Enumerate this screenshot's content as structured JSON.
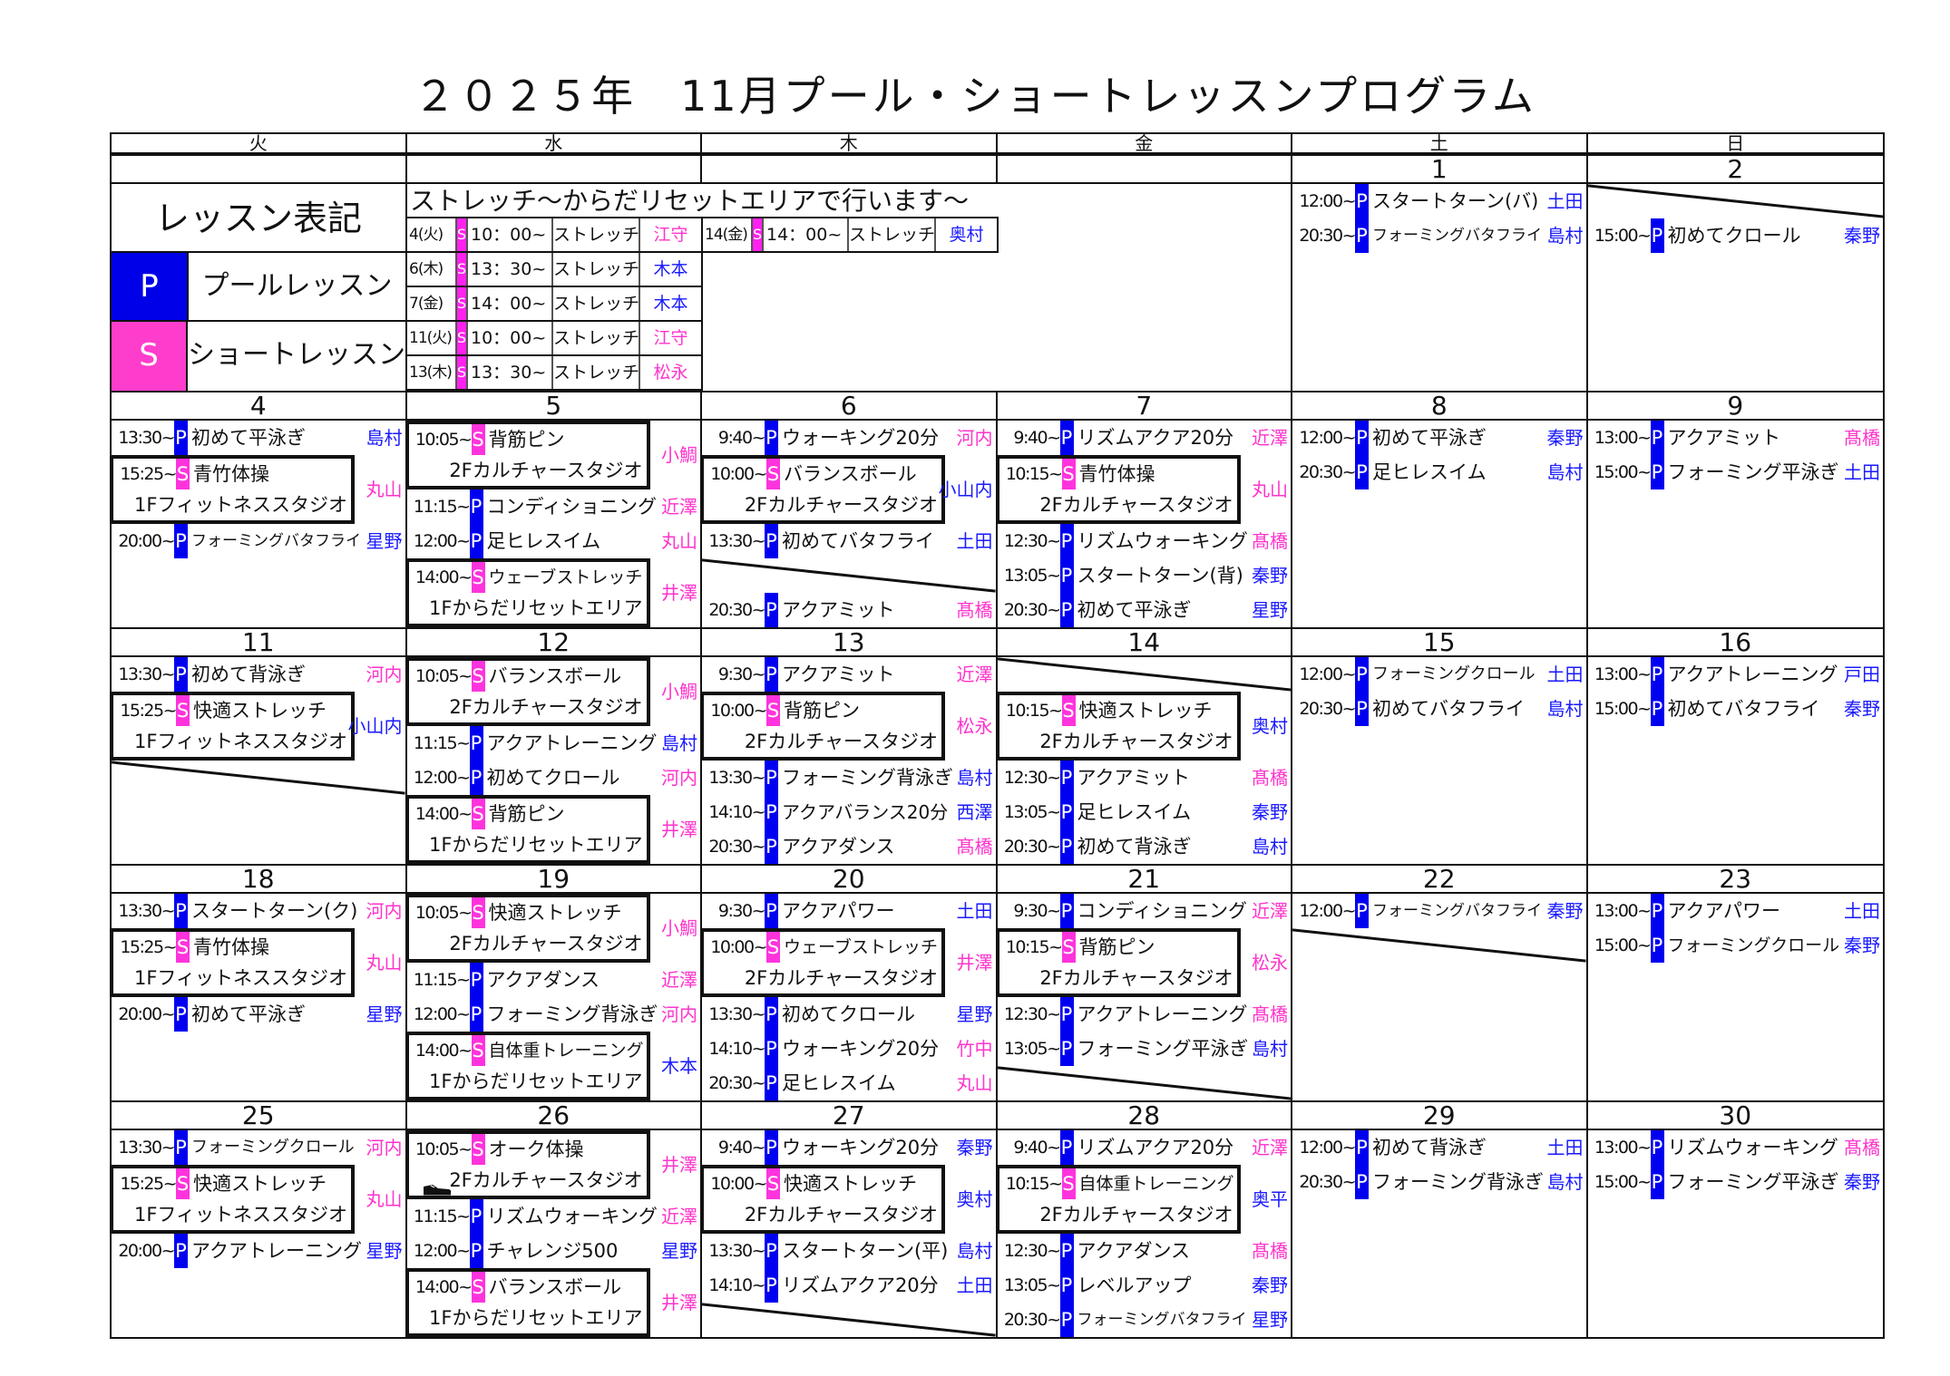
{
  "title": "２０２５年　11月プール・ショートレッスンプログラム",
  "weekdays": [
    "火",
    "水",
    "木",
    "金",
    "土",
    "日"
  ],
  "colors": {
    "pool": "#0000f0",
    "short": "#ff33dd",
    "instructor_blue": "#1a1aff",
    "instructor_pink": "#ff33cc"
  },
  "legend": {
    "heading": "レッスン表記",
    "pool": {
      "mark": "P",
      "label": "プールレッスン"
    },
    "short": {
      "mark": "S",
      "label": "ショートレッスン"
    },
    "stretch": {
      "heading": "ストレッチ～からだリセットエリアで行います～",
      "sessions": [
        {
          "date": "4(火)",
          "mark": "S",
          "time": "10：00~",
          "name": "ストレッチ",
          "instructor": "江守",
          "ic": "p"
        },
        {
          "date": "14(金)",
          "mark": "S",
          "time": "14：00~",
          "name": "ストレッチ",
          "instructor": "奥村",
          "ic": "b"
        },
        {
          "date": "6(木)",
          "mark": "S",
          "time": "13：30~",
          "name": "ストレッチ",
          "instructor": "木本",
          "ic": "b"
        },
        {
          "date": "7(金)",
          "mark": "S",
          "time": "14：00~",
          "name": "ストレッチ",
          "instructor": "木本",
          "ic": "b"
        },
        {
          "date": "11(火)",
          "mark": "S",
          "time": "10：00~",
          "name": "ストレッチ",
          "instructor": "江守",
          "ic": "p"
        },
        {
          "date": "13(木)",
          "mark": "S",
          "time": "13：30~",
          "name": "ストレッチ",
          "instructor": "松永",
          "ic": "p"
        }
      ]
    }
  },
  "weeks": [
    {
      "dates": [
        "",
        "",
        "",
        "",
        "1",
        "2"
      ],
      "days": [
        null,
        null,
        null,
        {
          "entries": []
        },
        {
          "entries": [
            {
              "type": "P",
              "time": "12:00~",
              "name": "スタートターン(バ)",
              "instructor": "土田",
              "ic": "b"
            },
            {
              "type": "P",
              "time": "20:30~",
              "name": "フォーミングバタフライ",
              "instructor": "島村",
              "ic": "b"
            }
          ]
        },
        {
          "entries": [
            {
              "type": "slash"
            },
            {
              "type": "P",
              "time": "15:00~",
              "name": "初めてクロール",
              "instructor": "秦野",
              "ic": "b"
            }
          ]
        }
      ]
    },
    {
      "dates": [
        "4",
        "5",
        "6",
        "7",
        "8",
        "9"
      ],
      "days": [
        {
          "entries": [
            {
              "type": "P",
              "time": "13:30~",
              "name": "初めて平泳ぎ",
              "instructor": "島村",
              "ic": "b"
            },
            {
              "type": "S",
              "time": "15:25~",
              "name": "青竹体操",
              "studio": "1Fフィットネススタジオ",
              "instructor": "丸山",
              "ic": "p"
            },
            {
              "type": "P",
              "time": "20:00~",
              "name": "フォーミングバタフライ",
              "instructor": "星野",
              "ic": "b"
            }
          ]
        },
        {
          "entries": [
            {
              "type": "S",
              "time": "10:05~",
              "name": "背筋ピン",
              "studio": "2Fカルチャースタジオ",
              "instructor": "小鯛",
              "ic": "p"
            },
            {
              "type": "P",
              "time": "11:15~",
              "name": "コンディショニング",
              "instructor": "近澤",
              "ic": "p"
            },
            {
              "type": "P",
              "time": "12:00~",
              "name": "足ヒレスイム",
              "instructor": "丸山",
              "ic": "p"
            },
            {
              "type": "S",
              "time": "14:00~",
              "name": "ウェーブストレッチ",
              "studio": "1Fからだリセットエリア",
              "instructor": "井澤",
              "ic": "p"
            }
          ]
        },
        {
          "entries": [
            {
              "type": "P",
              "time": "9:40~",
              "name": "ウォーキング20分",
              "instructor": "河内",
              "ic": "p"
            },
            {
              "type": "S",
              "time": "10:00~",
              "name": "バランスボール",
              "studio": "2Fカルチャースタジオ",
              "instructor": "小山内",
              "ic": "b"
            },
            {
              "type": "P",
              "time": "13:30~",
              "name": "初めてバタフライ",
              "instructor": "土田",
              "ic": "b"
            },
            {
              "type": "slash"
            },
            {
              "type": "P",
              "time": "20:30~",
              "name": "アクアミット",
              "instructor": "髙橋",
              "ic": "p"
            }
          ]
        },
        {
          "entries": [
            {
              "type": "P",
              "time": "9:40~",
              "name": "リズムアクア20分",
              "instructor": "近澤",
              "ic": "p"
            },
            {
              "type": "S",
              "time": "10:15~",
              "name": "青竹体操",
              "studio": "2Fカルチャースタジオ",
              "instructor": "丸山",
              "ic": "p"
            },
            {
              "type": "P",
              "time": "12:30~",
              "name": "リズムウォーキング",
              "instructor": "髙橋",
              "ic": "p"
            },
            {
              "type": "P",
              "time": "13:05~",
              "name": "スタートターン(背)",
              "instructor": "秦野",
              "ic": "b"
            },
            {
              "type": "P",
              "time": "20:30~",
              "name": "初めて平泳ぎ",
              "instructor": "星野",
              "ic": "b"
            }
          ]
        },
        {
          "entries": [
            {
              "type": "P",
              "time": "12:00~",
              "name": "初めて平泳ぎ",
              "instructor": "秦野",
              "ic": "b"
            },
            {
              "type": "P",
              "time": "20:30~",
              "name": "足ヒレスイム",
              "instructor": "島村",
              "ic": "b"
            }
          ]
        },
        {
          "entries": [
            {
              "type": "P",
              "time": "13:00~",
              "name": "アクアミット",
              "instructor": "髙橋",
              "ic": "p"
            },
            {
              "type": "P",
              "time": "15:00~",
              "name": "フォーミング平泳ぎ",
              "instructor": "土田",
              "ic": "b"
            }
          ]
        }
      ]
    },
    {
      "dates": [
        "11",
        "12",
        "13",
        "14",
        "15",
        "16"
      ],
      "days": [
        {
          "entries": [
            {
              "type": "P",
              "time": "13:30~",
              "name": "初めて背泳ぎ",
              "instructor": "河内",
              "ic": "p"
            },
            {
              "type": "S",
              "time": "15:25~",
              "name": "快適ストレッチ",
              "studio": "1Fフィットネススタジオ",
              "instructor": "小山内",
              "ic": "b"
            },
            {
              "type": "slash"
            }
          ]
        },
        {
          "entries": [
            {
              "type": "S",
              "time": "10:05~",
              "name": "バランスボール",
              "studio": "2Fカルチャースタジオ",
              "instructor": "小鯛",
              "ic": "p"
            },
            {
              "type": "P",
              "time": "11:15~",
              "name": "アクアトレーニング",
              "instructor": "島村",
              "ic": "b"
            },
            {
              "type": "P",
              "time": "12:00~",
              "name": "初めてクロール",
              "instructor": "河内",
              "ic": "p"
            },
            {
              "type": "S",
              "time": "14:00~",
              "name": "背筋ピン",
              "studio": "1Fからだリセットエリア",
              "instructor": "井澤",
              "ic": "p"
            }
          ]
        },
        {
          "entries": [
            {
              "type": "P",
              "time": "9:30~",
              "name": "アクアミット",
              "instructor": "近澤",
              "ic": "p"
            },
            {
              "type": "S",
              "time": "10:00~",
              "name": "背筋ピン",
              "studio": "2Fカルチャースタジオ",
              "instructor": "松永",
              "ic": "p"
            },
            {
              "type": "P",
              "time": "13:30~",
              "name": "フォーミング背泳ぎ",
              "instructor": "島村",
              "ic": "b"
            },
            {
              "type": "P",
              "time": "14:10~",
              "name": "アクアバランス20分",
              "instructor": "西澤",
              "ic": "b"
            },
            {
              "type": "P",
              "time": "20:30~",
              "name": "アクアダンス",
              "instructor": "髙橋",
              "ic": "p"
            }
          ]
        },
        {
          "entries": [
            {
              "type": "slash"
            },
            {
              "type": "S",
              "time": "10:15~",
              "name": "快適ストレッチ",
              "studio": "2Fカルチャースタジオ",
              "instructor": "奥村",
              "ic": "b"
            },
            {
              "type": "P",
              "time": "12:30~",
              "name": "アクアミット",
              "instructor": "髙橋",
              "ic": "p"
            },
            {
              "type": "P",
              "time": "13:05~",
              "name": "足ヒレスイム",
              "instructor": "秦野",
              "ic": "b"
            },
            {
              "type": "P",
              "time": "20:30~",
              "name": "初めて背泳ぎ",
              "instructor": "島村",
              "ic": "b"
            }
          ]
        },
        {
          "entries": [
            {
              "type": "P",
              "time": "12:00~",
              "name": "フォーミングクロール",
              "instructor": "土田",
              "ic": "b"
            },
            {
              "type": "P",
              "time": "20:30~",
              "name": "初めてバタフライ",
              "instructor": "島村",
              "ic": "b"
            }
          ]
        },
        {
          "entries": [
            {
              "type": "P",
              "time": "13:00~",
              "name": "アクアトレーニング",
              "instructor": "戸田",
              "ic": "b"
            },
            {
              "type": "P",
              "time": "15:00~",
              "name": "初めてバタフライ",
              "instructor": "秦野",
              "ic": "b"
            }
          ]
        }
      ]
    },
    {
      "dates": [
        "18",
        "19",
        "20",
        "21",
        "22",
        "23"
      ],
      "days": [
        {
          "entries": [
            {
              "type": "P",
              "time": "13:30~",
              "name": "スタートターン(ク)",
              "instructor": "河内",
              "ic": "p"
            },
            {
              "type": "S",
              "time": "15:25~",
              "name": "青竹体操",
              "studio": "1Fフィットネススタジオ",
              "instructor": "丸山",
              "ic": "p"
            },
            {
              "type": "P",
              "time": "20:00~",
              "name": "初めて平泳ぎ",
              "instructor": "星野",
              "ic": "b"
            }
          ]
        },
        {
          "entries": [
            {
              "type": "S",
              "time": "10:05~",
              "name": "快適ストレッチ",
              "studio": "2Fカルチャースタジオ",
              "instructor": "小鯛",
              "ic": "p"
            },
            {
              "type": "P",
              "time": "11:15~",
              "name": "アクアダンス",
              "instructor": "近澤",
              "ic": "p"
            },
            {
              "type": "P",
              "time": "12:00~",
              "name": "フォーミング背泳ぎ",
              "instructor": "河内",
              "ic": "p"
            },
            {
              "type": "S",
              "time": "14:00~",
              "name": "自体重トレーニング",
              "studio": "1Fからだリセットエリア",
              "instructor": "木本",
              "ic": "b"
            }
          ]
        },
        {
          "entries": [
            {
              "type": "P",
              "time": "9:30~",
              "name": "アクアパワー",
              "instructor": "土田",
              "ic": "b"
            },
            {
              "type": "S",
              "time": "10:00~",
              "name": "ウェーブストレッチ",
              "studio": "2Fカルチャースタジオ",
              "instructor": "井澤",
              "ic": "p"
            },
            {
              "type": "P",
              "time": "13:30~",
              "name": "初めてクロール",
              "instructor": "星野",
              "ic": "b"
            },
            {
              "type": "P",
              "time": "14:10~",
              "name": "ウォーキング20分",
              "instructor": "竹中",
              "ic": "p"
            },
            {
              "type": "P",
              "time": "20:30~",
              "name": "足ヒレスイム",
              "instructor": "丸山",
              "ic": "p"
            }
          ]
        },
        {
          "entries": [
            {
              "type": "P",
              "time": "9:30~",
              "name": "コンディショニング",
              "instructor": "近澤",
              "ic": "p"
            },
            {
              "type": "S",
              "time": "10:15~",
              "name": "背筋ピン",
              "studio": "2Fカルチャースタジオ",
              "instructor": "松永",
              "ic": "p"
            },
            {
              "type": "P",
              "time": "12:30~",
              "name": "アクアトレーニング",
              "instructor": "髙橋",
              "ic": "p"
            },
            {
              "type": "P",
              "time": "13:05~",
              "name": "フォーミング平泳ぎ",
              "instructor": "島村",
              "ic": "b"
            },
            {
              "type": "slash"
            }
          ]
        },
        {
          "entries": [
            {
              "type": "P",
              "time": "12:00~",
              "name": "フォーミングバタフライ",
              "instructor": "秦野",
              "ic": "b"
            },
            {
              "type": "slash"
            }
          ]
        },
        {
          "entries": [
            {
              "type": "P",
              "time": "13:00~",
              "name": "アクアパワー",
              "instructor": "土田",
              "ic": "b"
            },
            {
              "type": "P",
              "time": "15:00~",
              "name": "フォーミングクロール",
              "instructor": "秦野",
              "ic": "b"
            }
          ]
        }
      ]
    },
    {
      "dates": [
        "25",
        "26",
        "27",
        "28",
        "29",
        "30"
      ],
      "days": [
        {
          "entries": [
            {
              "type": "P",
              "time": "13:30~",
              "name": "フォーミングクロール",
              "instructor": "河内",
              "ic": "p"
            },
            {
              "type": "S",
              "time": "15:25~",
              "name": "快適ストレッチ",
              "studio": "1Fフィットネススタジオ",
              "instructor": "丸山",
              "ic": "p"
            },
            {
              "type": "P",
              "time": "20:00~",
              "name": "アクアトレーニング",
              "instructor": "星野",
              "ic": "b"
            }
          ]
        },
        {
          "entries": [
            {
              "type": "S",
              "time": "10:05~",
              "name": "オーク体操",
              "studio": "2Fカルチャースタジオ",
              "instructor": "井澤",
              "ic": "p",
              "icon": "shoe"
            },
            {
              "type": "P",
              "time": "11:15~",
              "name": "リズムウォーキング",
              "instructor": "近澤",
              "ic": "p"
            },
            {
              "type": "P",
              "time": "12:00~",
              "name": "チャレンジ500",
              "instructor": "星野",
              "ic": "b"
            },
            {
              "type": "S",
              "time": "14:00~",
              "name": "バランスボール",
              "studio": "1Fからだリセットエリア",
              "instructor": "井澤",
              "ic": "p"
            }
          ]
        },
        {
          "entries": [
            {
              "type": "P",
              "time": "9:40~",
              "name": "ウォーキング20分",
              "instructor": "秦野",
              "ic": "b"
            },
            {
              "type": "S",
              "time": "10:00~",
              "name": "快適ストレッチ",
              "studio": "2Fカルチャースタジオ",
              "instructor": "奥村",
              "ic": "b"
            },
            {
              "type": "P",
              "time": "13:30~",
              "name": "スタートターン(平)",
              "instructor": "島村",
              "ic": "b"
            },
            {
              "type": "P",
              "time": "14:10~",
              "name": "リズムアクア20分",
              "instructor": "土田",
              "ic": "b"
            },
            {
              "type": "slash"
            }
          ]
        },
        {
          "entries": [
            {
              "type": "P",
              "time": "9:40~",
              "name": "リズムアクア20分",
              "instructor": "近澤",
              "ic": "p"
            },
            {
              "type": "S",
              "time": "10:15~",
              "name": "自体重トレーニング",
              "studio": "2Fカルチャースタジオ",
              "instructor": "奥平",
              "ic": "b"
            },
            {
              "type": "P",
              "time": "12:30~",
              "name": "アクアダンス",
              "instructor": "髙橋",
              "ic": "p"
            },
            {
              "type": "P",
              "time": "13:05~",
              "name": "レベルアップ",
              "instructor": "秦野",
              "ic": "b"
            },
            {
              "type": "P",
              "time": "20:30~",
              "name": "フォーミングバタフライ",
              "instructor": "星野",
              "ic": "b"
            }
          ]
        },
        {
          "entries": [
            {
              "type": "P",
              "time": "12:00~",
              "name": "初めて背泳ぎ",
              "instructor": "土田",
              "ic": "b"
            },
            {
              "type": "P",
              "time": "20:30~",
              "name": "フォーミング背泳ぎ",
              "instructor": "島村",
              "ic": "b"
            }
          ]
        },
        {
          "entries": [
            {
              "type": "P",
              "time": "13:00~",
              "name": "リズムウォーキング",
              "instructor": "髙橋",
              "ic": "p"
            },
            {
              "type": "P",
              "time": "15:00~",
              "name": "フォーミング平泳ぎ",
              "instructor": "秦野",
              "ic": "b"
            }
          ]
        }
      ]
    }
  ]
}
